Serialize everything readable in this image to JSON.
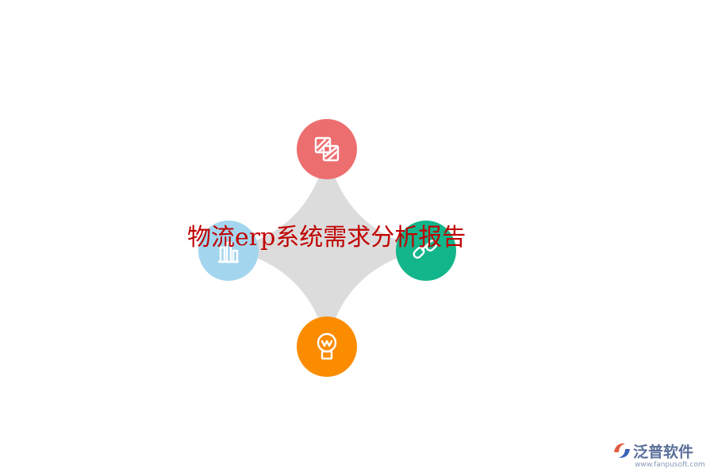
{
  "title": "物流erp系统需求分析报告",
  "nodes": [
    {
      "name": "top",
      "color": "#ed6e6f",
      "icon": "layers-striped-icon"
    },
    {
      "name": "left",
      "color": "#a3d6ee",
      "icon": "bar-chart-icon"
    },
    {
      "name": "right",
      "color": "#13b58b",
      "icon": "link-icon"
    },
    {
      "name": "bottom",
      "color": "#fb8c00",
      "icon": "lightbulb-icon"
    }
  ],
  "star_color": "#dcdcdc",
  "brand": {
    "name": "泛普软件",
    "url": "www.fanpusoft.com",
    "logo_colors": [
      "#e25b3f",
      "#3a63b8"
    ]
  }
}
